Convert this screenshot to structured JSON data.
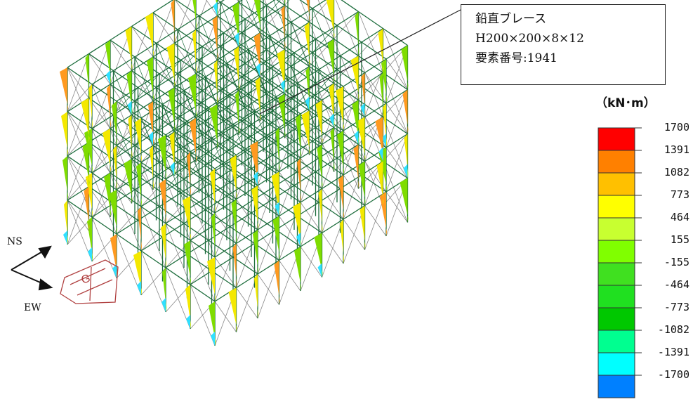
{
  "callout": {
    "line1": "鉛直ブレース",
    "line2": "H200×200×8×12",
    "line3": "要素番号:1941"
  },
  "legend": {
    "unit": "（kN･m）",
    "labels": [
      "1700",
      "1391",
      "1082",
      "773",
      "464",
      "155",
      "-155",
      "-464",
      "-773",
      "-1082",
      "-1391",
      "-1700"
    ],
    "colors": [
      "#ff0000",
      "#ff8000",
      "#ffc000",
      "#ffff00",
      "#c8ff30",
      "#80ff00",
      "#40e020",
      "#20e020",
      "#00c800",
      "#00ff90",
      "#00ffff",
      "#0080ff"
    ]
  },
  "directions": {
    "ns": "NS",
    "ew": "EW"
  },
  "colors": {
    "frame": "#1a6b3a",
    "brace": "#888888",
    "diagram_yellow": "#f4e800",
    "diagram_green": "#7fdc00",
    "diagram_orange": "#ff9a20",
    "diagram_cyan": "#30e0ff",
    "plan_marker": "#b04040"
  },
  "icons": {
    "axis_arrows": "direction-arrows-icon",
    "plan_key": "building-plan-icon"
  }
}
